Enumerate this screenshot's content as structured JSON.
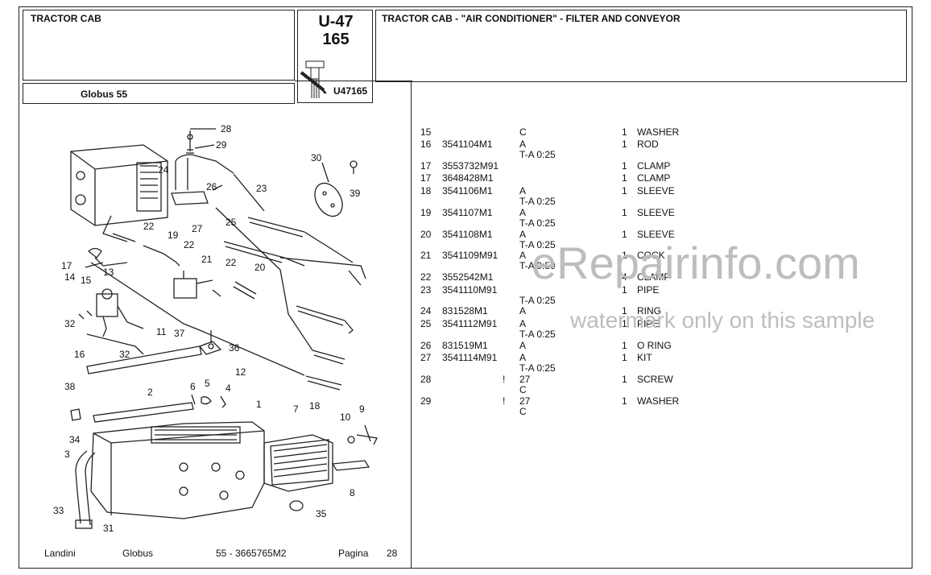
{
  "header": {
    "section": "TRACTOR CAB",
    "model": "Globus 55",
    "ref_code": "U-47",
    "ref_number": "165",
    "ref_id": "U47165",
    "title": "TRACTOR CAB - \"AIR CONDITIONER\" - FILTER AND CONVEYOR"
  },
  "parts": [
    {
      "no": "15",
      "code": "",
      "flag": "",
      "var": "C",
      "note": "",
      "qty": "1",
      "desc": "WASHER"
    },
    {
      "no": "16",
      "code": "3541104M1",
      "flag": "",
      "var": "A",
      "note": "T-A 0:25",
      "qty": "1",
      "desc": "ROD"
    },
    {
      "no": "17",
      "code": "3553732M91",
      "flag": "",
      "var": "",
      "note": "",
      "qty": "1",
      "desc": "CLAMP"
    },
    {
      "no": "17",
      "code": "3648428M1",
      "flag": "",
      "var": "",
      "note": "",
      "qty": "1",
      "desc": "CLAMP"
    },
    {
      "no": "18",
      "code": "3541106M1",
      "flag": "",
      "var": "A",
      "note": "T-A 0:25",
      "qty": "1",
      "desc": "SLEEVE"
    },
    {
      "no": "19",
      "code": "3541107M1",
      "flag": "",
      "var": "A",
      "note": "T-A 0:25",
      "qty": "1",
      "desc": "SLEEVE"
    },
    {
      "no": "20",
      "code": "3541108M1",
      "flag": "",
      "var": "A",
      "note": "T-A 0:25",
      "qty": "1",
      "desc": "SLEEVE"
    },
    {
      "no": "21",
      "code": "3541109M91",
      "flag": "",
      "var": "A",
      "note": "T-A 0:50",
      "qty": "1",
      "desc": "COCK"
    },
    {
      "no": "22",
      "code": "3552542M1",
      "flag": "",
      "var": "",
      "note": "",
      "qty": "4",
      "desc": "CLAMP"
    },
    {
      "no": "23",
      "code": "3541110M91",
      "flag": "",
      "var": "",
      "note": "T-A 0:25",
      "qty": "1",
      "desc": "PIPE"
    },
    {
      "no": "24",
      "code": "831528M1",
      "flag": "",
      "var": "A",
      "note": "",
      "qty": "1",
      "desc": "RING"
    },
    {
      "no": "25",
      "code": "3541112M91",
      "flag": "",
      "var": "A",
      "note": "T-A 0:25",
      "qty": "1",
      "desc": "PIPE"
    },
    {
      "no": "26",
      "code": "831519M1",
      "flag": "",
      "var": "A",
      "note": "",
      "qty": "1",
      "desc": "O RING"
    },
    {
      "no": "27",
      "code": "3541114M91",
      "flag": "",
      "var": "A",
      "note": "T-A 0:25",
      "qty": "1",
      "desc": "KIT"
    },
    {
      "no": "28",
      "code": "",
      "flag": "!",
      "var": "27",
      "note": "C",
      "qty": "1",
      "desc": "SCREW"
    },
    {
      "no": "29",
      "code": "",
      "flag": "!",
      "var": "27",
      "note": "C",
      "qty": "1",
      "desc": "WASHER"
    }
  ],
  "diagram_labels": [
    "28",
    "29",
    "24",
    "26",
    "30",
    "39",
    "23",
    "27",
    "25",
    "22",
    "19",
    "22",
    "21",
    "22",
    "20",
    "17",
    "14",
    "15",
    "13",
    "32",
    "16",
    "32",
    "11",
    "37",
    "36",
    "12",
    "18",
    "38",
    "2",
    "6",
    "5",
    "4",
    "1",
    "7",
    "9",
    "10",
    "34",
    "3",
    "8",
    "33",
    "35",
    "31"
  ],
  "footer": {
    "brand": "Landini",
    "model": "Globus",
    "doc": "55 - 3665765M2",
    "page_label": "Pagina",
    "page_no": "28"
  },
  "watermark": {
    "main": "eRepairinfo.com",
    "sub": "watermark only on this sample"
  }
}
